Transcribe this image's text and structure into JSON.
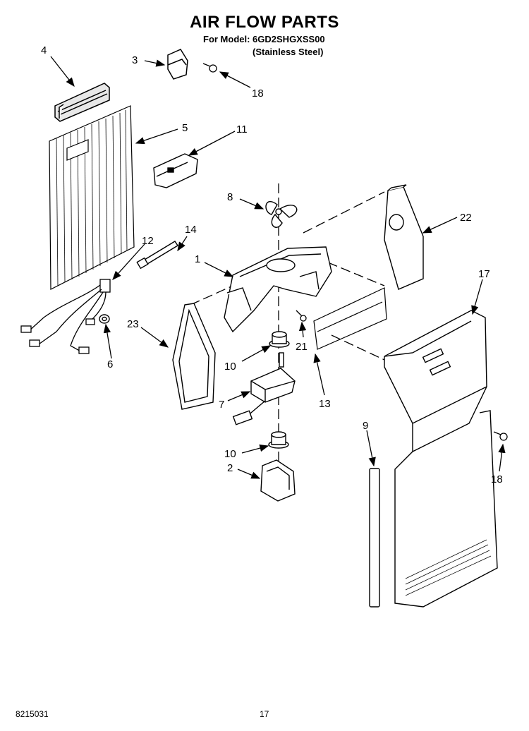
{
  "header": {
    "title": "AIR FLOW PARTS",
    "model_line": "For Model: 6GD2SHGXSS00",
    "material_line": "(Stainless Steel)"
  },
  "footer": {
    "doc_number": "8215031",
    "page_number": "17"
  },
  "callouts": {
    "c1": "1",
    "c2": "2",
    "c3": "3",
    "c4": "4",
    "c5": "5",
    "c6": "6",
    "c7": "7",
    "c8": "8",
    "c9": "9",
    "c10a": "10",
    "c10b": "10",
    "c11": "11",
    "c12": "12",
    "c13": "13",
    "c14": "14",
    "c17": "17",
    "c18a": "18",
    "c18b": "18",
    "c21": "21",
    "c22": "22",
    "c23": "23"
  }
}
